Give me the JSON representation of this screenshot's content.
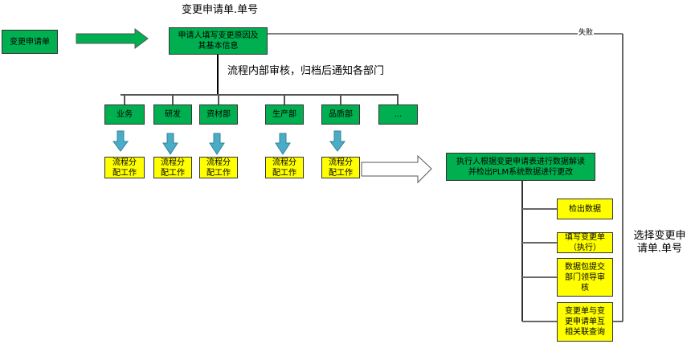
{
  "start": "变更申请单",
  "top_label": "变更申请单.单号",
  "applicant": "申请人填写变更原因及其基本信息",
  "review_label": "流程内部审核，归档后通知各部门",
  "reject_label": "失败",
  "departments": [
    "业务",
    "研发",
    "资材部",
    "生产部",
    "品质部",
    "..."
  ],
  "assign_label": "流程分配工作",
  "executor": "执行人根据变更申请表进行数据解读并检出PLM系统数据进行更改",
  "steps": [
    "检出数据",
    "填写变更单（执行）",
    "数据包提交部门领导审核",
    "变更单与变更申请单互相关联查询"
  ],
  "right_label": "选择变更申请单.单号",
  "colors": {
    "green": "#00b050",
    "yellow": "#ffff00",
    "blue_arrow": "#4bacc6"
  }
}
